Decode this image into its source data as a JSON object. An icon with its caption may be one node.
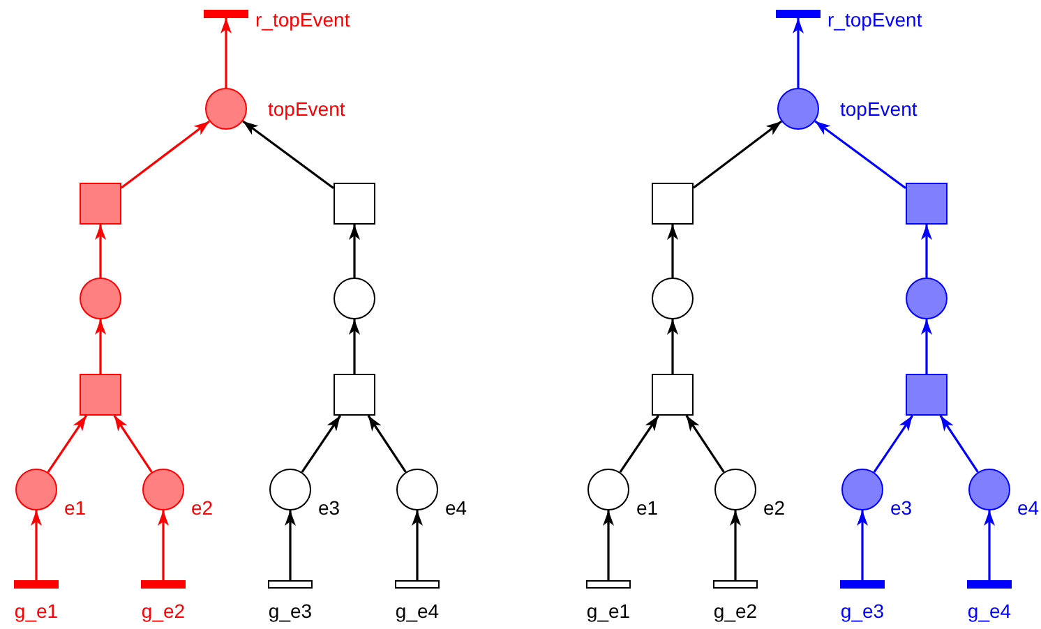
{
  "diagram": {
    "nodes": [
      {
        "text": [],
        "shape": "bar",
        "beside": [
          "r_topEvent"
        ]
      },
      {
        "text": [],
        "shape": "circle",
        "beside": [
          "topEvent"
        ]
      },
      {
        "text": [],
        "shape": "box"
      },
      {
        "text": [],
        "shape": "box"
      },
      {
        "text": [],
        "shape": "circle"
      },
      {
        "text": [],
        "shape": "circle"
      },
      {
        "text": [],
        "shape": "box"
      },
      {
        "text": [],
        "shape": "box"
      },
      {
        "text": [],
        "shape": "circle",
        "beside": [
          "e1"
        ]
      },
      {
        "text": [],
        "shape": "circle",
        "beside": [
          "e2"
        ]
      },
      {
        "text": [],
        "shape": "circle",
        "beside": [
          "e3"
        ]
      },
      {
        "text": [],
        "shape": "circle",
        "beside": [
          "e4"
        ]
      },
      {
        "text": [],
        "shape": "bar",
        "beside": [
          "g_e1"
        ]
      },
      {
        "text": [],
        "shape": "bar",
        "beside": [
          "g_e2"
        ]
      },
      {
        "text": [],
        "shape": "bar",
        "beside": [
          "g_e3"
        ]
      },
      {
        "text": [],
        "shape": "bar",
        "beside": [
          "g_e4"
        ]
      },
      {
        "text": [],
        "shape": "bar",
        "beside": [
          "r_topEvent"
        ]
      },
      {
        "text": [],
        "shape": "circle",
        "beside": [
          "topEvent"
        ]
      },
      {
        "text": [],
        "shape": "box"
      },
      {
        "text": [],
        "shape": "box"
      },
      {
        "text": [],
        "shape": "circle"
      },
      {
        "text": [],
        "shape": "circle"
      },
      {
        "text": [],
        "shape": "box"
      },
      {
        "text": [],
        "shape": "box"
      },
      {
        "text": [],
        "shape": "circle",
        "beside": [
          "e1"
        ]
      },
      {
        "text": [],
        "shape": "circle",
        "beside": [
          "e2"
        ]
      },
      {
        "text": [],
        "shape": "circle",
        "beside": [
          "e3"
        ]
      },
      {
        "text": [],
        "shape": "circle",
        "beside": [
          "e4"
        ]
      },
      {
        "text": [],
        "shape": "bar",
        "beside": [
          "g_e1"
        ]
      },
      {
        "text": [],
        "shape": "bar",
        "beside": [
          "g_e2"
        ]
      },
      {
        "text": [],
        "shape": "bar",
        "beside": [
          "g_e3"
        ]
      },
      {
        "text": [],
        "shape": "bar",
        "beside": [
          "g_e4"
        ]
      }
    ],
    "edges": [
      {
        "from": 12,
        "to": 8,
        "arrow": "to",
        "color": "#ff0000"
      },
      {
        "from": 13,
        "to": 9,
        "arrow": "to",
        "color": "#ff0000"
      },
      {
        "from": 14,
        "to": 10,
        "arrow": "to"
      },
      {
        "from": 15,
        "to": 11,
        "arrow": "to"
      },
      {
        "from": 8,
        "to": 6,
        "arrow": "to",
        "color": "#ff0000"
      },
      {
        "from": 9,
        "to": 6,
        "arrow": "to",
        "color": "#ff0000"
      },
      {
        "from": 10,
        "to": 7,
        "arrow": "to"
      },
      {
        "from": 11,
        "to": 7,
        "arrow": "to"
      },
      {
        "from": 6,
        "to": 4,
        "arrow": "to",
        "color": "#ff0000"
      },
      {
        "from": 7,
        "to": 5,
        "arrow": "to"
      },
      {
        "from": 4,
        "to": 2,
        "arrow": "to",
        "color": "#ff0000"
      },
      {
        "from": 5,
        "to": 3,
        "arrow": "to"
      },
      {
        "from": 2,
        "to": 1,
        "arrow": "to",
        "color": "#ff0000"
      },
      {
        "from": 3,
        "to": 1,
        "arrow": "to"
      },
      {
        "from": 1,
        "to": 0,
        "arrow": "to",
        "color": "#ff0000"
      },
      {
        "from": 28,
        "to": 24,
        "arrow": "to"
      },
      {
        "from": 29,
        "to": 25,
        "arrow": "to"
      },
      {
        "from": 30,
        "to": 26,
        "arrow": "to",
        "color": "#0000ff"
      },
      {
        "from": 31,
        "to": 27,
        "arrow": "to",
        "color": "#0000ff"
      },
      {
        "from": 24,
        "to": 22,
        "arrow": "to"
      },
      {
        "from": 25,
        "to": 22,
        "arrow": "to"
      },
      {
        "from": 26,
        "to": 23,
        "arrow": "to",
        "color": "#0000ff"
      },
      {
        "from": 27,
        "to": 23,
        "arrow": "to",
        "color": "#0000ff"
      },
      {
        "from": 22,
        "to": 20,
        "arrow": "to"
      },
      {
        "from": 23,
        "to": 21,
        "arrow": "to",
        "color": "#0000ff"
      },
      {
        "from": 20,
        "to": 18,
        "arrow": "to"
      },
      {
        "from": 21,
        "to": 19,
        "arrow": "to",
        "color": "#0000ff"
      },
      {
        "from": 18,
        "to": 17,
        "arrow": "to"
      },
      {
        "from": 19,
        "to": 17,
        "arrow": "to",
        "color": "#0000ff"
      },
      {
        "from": 17,
        "to": 16,
        "arrow": "to",
        "color": "#0000ff"
      }
    ]
  }
}
